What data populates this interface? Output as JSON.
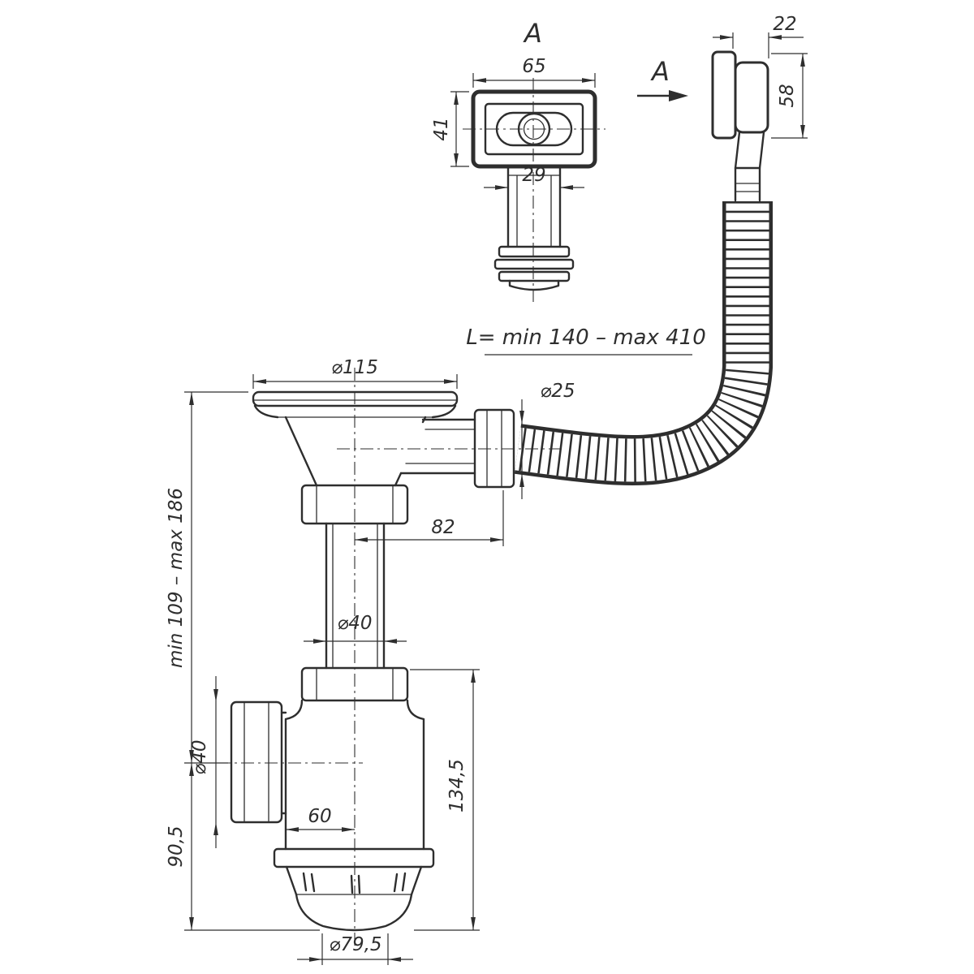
{
  "drawing": {
    "subject": "Bottle trap siphon with overflow and corrugated flexible hose — dimensioned technical drawing",
    "background": "#ffffff",
    "line_color": "#2e2e2e"
  },
  "section_markers": {
    "top": "A",
    "side": "A"
  },
  "hose": {
    "length_label": "L= min 140 – max 410"
  },
  "dimensions": {
    "overflow_width": "65",
    "overflow_height": "41",
    "overflow_spigot_diameter": "29",
    "overflow_depth": "22",
    "overflow_side_height": "58",
    "strainer_diameter": "⌀115",
    "hose_diameter": "⌀25",
    "outlet_offset": "82",
    "height_range": "min 109 – max 186",
    "pipe_diameter": "⌀40",
    "side_outlet_diameter": "⌀40",
    "body_offset": "60",
    "outlet_to_bottom": "90,5",
    "body_height": "134,5",
    "cup_diameter": "⌀79,5"
  }
}
